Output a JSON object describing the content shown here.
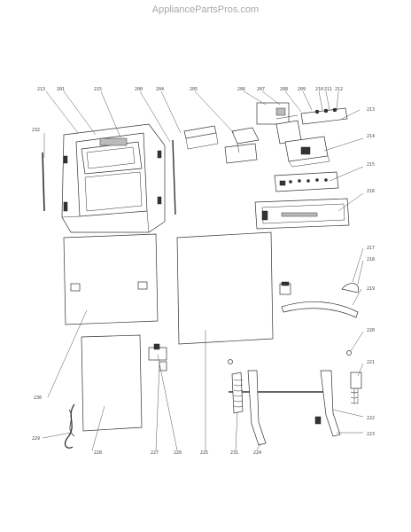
{
  "watermark": "AppliancePartsPros.com",
  "callouts": {
    "c213": "213",
    "c201": "201",
    "c215a": "215",
    "c200": "200",
    "c204": "204",
    "c205": "205",
    "c206": "206",
    "c207": "207",
    "c208": "208",
    "c209": "209",
    "c210": "210",
    "c211": "211",
    "c212": "212",
    "c213b": "213",
    "c232": "232",
    "c214": "214",
    "c215b": "215",
    "c216": "216",
    "c217": "217",
    "c218": "218",
    "c219": "219",
    "c220": "220",
    "c221": "221",
    "c230": "230",
    "c229": "229",
    "c228": "228",
    "c227": "227",
    "c226": "226",
    "c225": "225",
    "c231": "231",
    "c224": "224",
    "c222": "222",
    "c223": "223"
  }
}
